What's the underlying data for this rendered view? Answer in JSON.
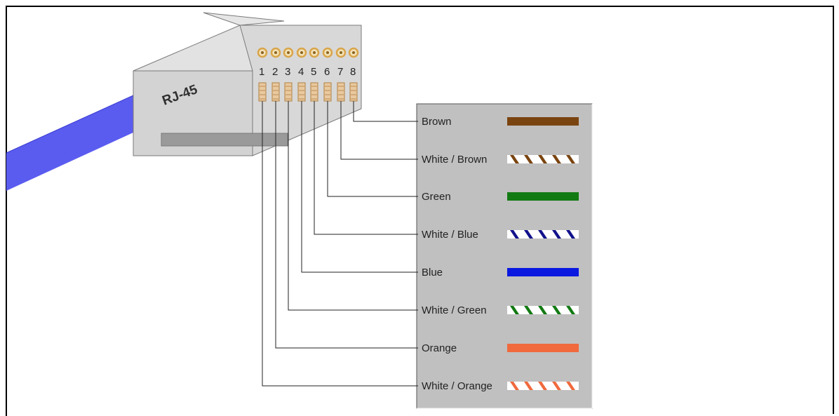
{
  "connector": {
    "label": "RJ-45",
    "pins": [
      "1",
      "2",
      "3",
      "4",
      "5",
      "6",
      "7",
      "8"
    ]
  },
  "wires": [
    {
      "label": "Brown",
      "pin": 8,
      "color": "#7a4410",
      "striped": false
    },
    {
      "label": "White / Brown",
      "pin": 7,
      "color": "#7a4410",
      "striped": true
    },
    {
      "label": "Green",
      "pin": 6,
      "color": "#127a12",
      "striped": false
    },
    {
      "label": "White / Blue",
      "pin": 5,
      "color": "#12128c",
      "striped": true
    },
    {
      "label": "Blue",
      "pin": 4,
      "color": "#0a18e0",
      "striped": false
    },
    {
      "label": "White / Green",
      "pin": 3,
      "color": "#127a12",
      "striped": true
    },
    {
      "label": "Orange",
      "pin": 2,
      "color": "#f06a3e",
      "striped": false
    },
    {
      "label": "White / Orange",
      "pin": 1,
      "color": "#f06a3e",
      "striped": true
    }
  ],
  "colors": {
    "cable": "#5a5cf0",
    "connector_body": "#d6d6d6",
    "legend_bg": "#c0c0c0",
    "pin_gold": "#d9a54a"
  }
}
